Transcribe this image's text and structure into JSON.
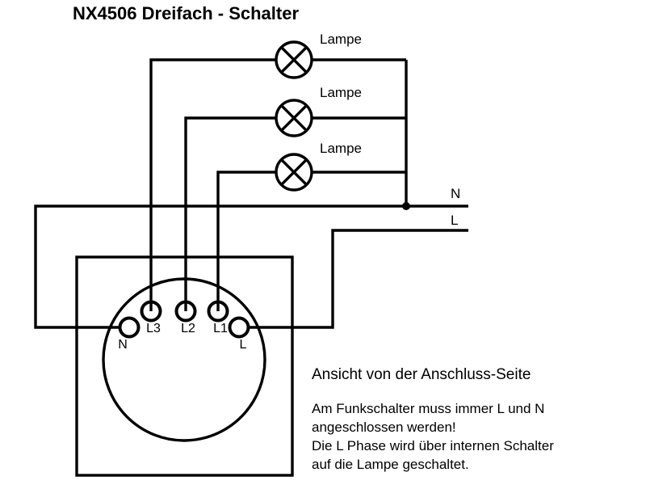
{
  "diagram": {
    "title": "NX4506 Dreifach - Schalter",
    "colors": {
      "stroke": "#000000",
      "background": "#ffffff",
      "text": "#000000"
    },
    "lamps": [
      {
        "label": "Lampe"
      },
      {
        "label": "Lampe"
      },
      {
        "label": "Lampe"
      }
    ],
    "supply_lines": [
      {
        "label": "N"
      },
      {
        "label": "L"
      }
    ],
    "terminals": [
      {
        "label": "N"
      },
      {
        "label": "L3"
      },
      {
        "label": "L2"
      },
      {
        "label": "L1"
      },
      {
        "label": "L"
      }
    ],
    "notes": {
      "heading": "Ansicht von der Anschluss-Seite",
      "lines": [
        "Am Funkschalter muss immer L und N",
        "angeschlossen werden!",
        "Die L Phase wird über internen Schalter",
        "auf die Lampe geschaltet."
      ]
    }
  }
}
